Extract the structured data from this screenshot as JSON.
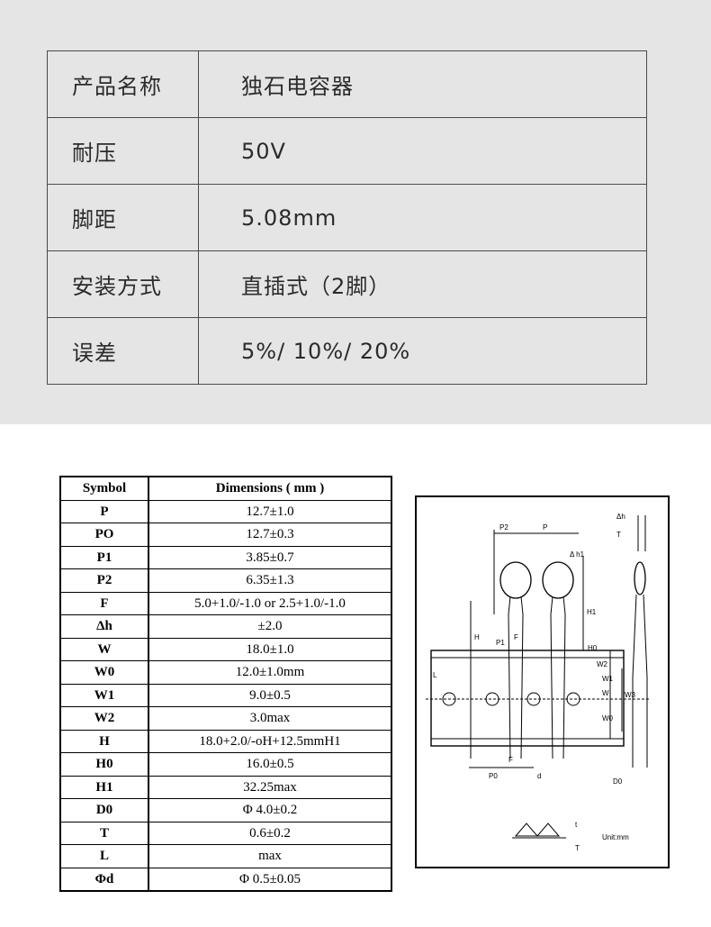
{
  "spec_rows": [
    {
      "label": "产品名称",
      "value": "独石电容器"
    },
    {
      "label": "耐压",
      "value": "50V"
    },
    {
      "label": "脚距",
      "value": "5.08mm"
    },
    {
      "label": "安装方式",
      "value": "直插式（2脚）"
    },
    {
      "label": "误差",
      "value": "5%/ 10%/ 20%"
    }
  ],
  "dim_table": {
    "header_symbol": "Symbol",
    "header_dimensions": "Dimensions ( mm )",
    "rows": [
      {
        "symbol": "P",
        "value": "12.7±1.0"
      },
      {
        "symbol": "PO",
        "value": "12.7±0.3"
      },
      {
        "symbol": "P1",
        "value": "3.85±0.7"
      },
      {
        "symbol": "P2",
        "value": "6.35±1.3"
      },
      {
        "symbol": "F",
        "value": "5.0+1.0/-1.0 or 2.5+1.0/-1.0"
      },
      {
        "symbol": "Δh",
        "value": "±2.0"
      },
      {
        "symbol": "W",
        "value": "18.0±1.0"
      },
      {
        "symbol": "W0",
        "value": "12.0±1.0mm"
      },
      {
        "symbol": "W1",
        "value": "9.0±0.5"
      },
      {
        "symbol": "W2",
        "value": "3.0max"
      },
      {
        "symbol": "H",
        "value": "18.0+2.0/-oH+12.5mmH1"
      },
      {
        "symbol": "H0",
        "value": "16.0±0.5"
      },
      {
        "symbol": "H1",
        "value": "32.25max"
      },
      {
        "symbol": "D0",
        "value": "Φ 4.0±0.2"
      },
      {
        "symbol": "T",
        "value": "0.6±0.2"
      },
      {
        "symbol": "L",
        "value": "max"
      },
      {
        "symbol": "Φd",
        "value": "Φ 0.5±0.05"
      }
    ]
  },
  "drawing_labels": {
    "p2": "P2",
    "p": "P",
    "dh_top": "Δh",
    "t_top": "T",
    "dh1": "Δ h1",
    "h1": "H1",
    "h": "H",
    "p1": "P1",
    "f_mid": "F",
    "h0": "H0",
    "w2": "W2",
    "w1": "W1",
    "w": "W",
    "w3": "W3",
    "l": "L",
    "w0": "W0",
    "f_bot": "F",
    "p0": "P0",
    "d": "d",
    "d0": "D0",
    "unit": "Unit:mm",
    "t_small": "t",
    "t_cap": "T"
  }
}
